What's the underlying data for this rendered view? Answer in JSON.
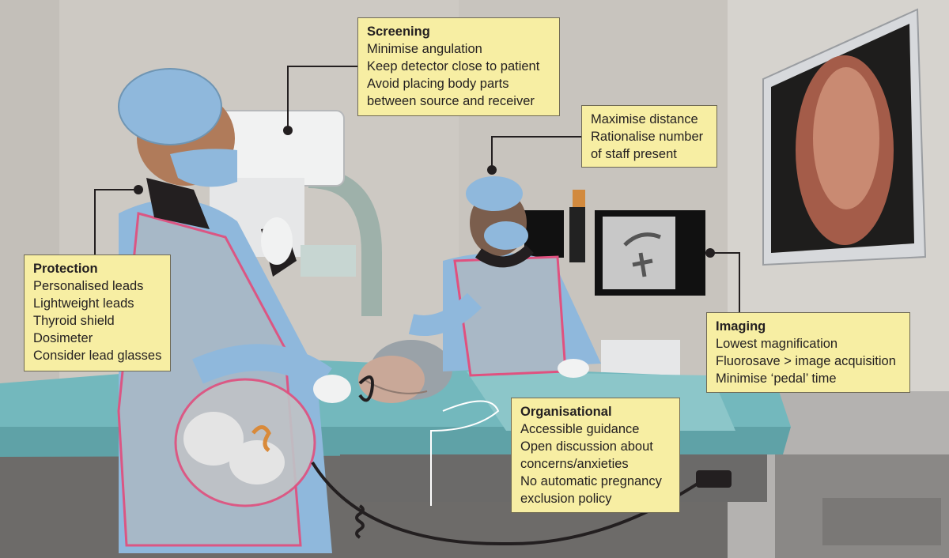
{
  "figure": {
    "colors": {
      "wall": "#cdc9c3",
      "floor": "#6d6b69",
      "scrubs": "#8fb8dc",
      "lead_apron": "#a9b8c6",
      "apron_trim": "#e0517f",
      "drape": "#73b8bd",
      "callout_fill": "#f7eea3",
      "leader_line": "#231f20"
    },
    "icons": [
      "operator-figure",
      "assistant-figure",
      "patient-figure",
      "fetus-illustration",
      "c-arm-fluoroscope",
      "monitor-icon",
      "fluoroscopy-image",
      "endoscope-cable"
    ]
  },
  "callouts": {
    "screening": {
      "title": "Screening",
      "lines": [
        "Minimise angulation",
        "Keep detector close to patient",
        "Avoid placing body parts",
        "between source and receiver"
      ]
    },
    "distance": {
      "title": "",
      "lines": [
        "Maximise distance",
        "Rationalise number",
        "of staff present"
      ]
    },
    "protection": {
      "title": "Protection",
      "lines": [
        "Personalised leads",
        "Lightweight leads",
        "Thyroid shield",
        "Dosimeter",
        "Consider lead glasses"
      ]
    },
    "imaging": {
      "title": "Imaging",
      "lines": [
        "Lowest magnification",
        "Fluorosave > image acquisition",
        "Minimise ‘pedal’ time"
      ]
    },
    "organisational": {
      "title": "Organisational",
      "lines": [
        "Accessible guidance",
        "Open discussion about",
        "concerns/anxieties",
        "No automatic pregnancy",
        "exclusion policy"
      ]
    }
  }
}
